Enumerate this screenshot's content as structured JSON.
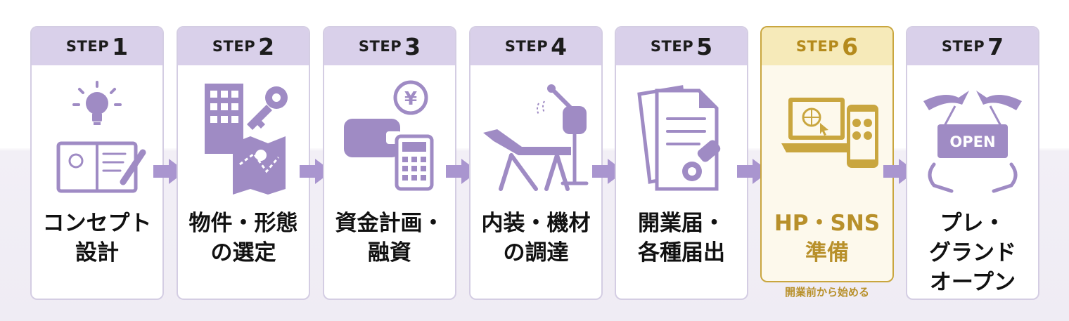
{
  "steps": [
    {
      "label": "STEP",
      "num": "1",
      "title_line1": "コンセプト",
      "title_line2": "設計",
      "title_line3": "",
      "icon": "lightbulb-notebook-icon"
    },
    {
      "label": "STEP",
      "num": "2",
      "title_line1": "物件・形態",
      "title_line2": "の選定",
      "title_line3": "",
      "icon": "building-key-map-icon"
    },
    {
      "label": "STEP",
      "num": "3",
      "title_line1": "資金計画・",
      "title_line2": "融資",
      "title_line3": "",
      "icon": "wallet-yen-calculator-icon"
    },
    {
      "label": "STEP",
      "num": "4",
      "title_line1": "内装・機材",
      "title_line2": "の調達",
      "title_line3": "",
      "icon": "treatment-bed-steamer-icon"
    },
    {
      "label": "STEP",
      "num": "5",
      "title_line1": "開業届・",
      "title_line2": "各種届出",
      "title_line3": "",
      "icon": "documents-stamp-icon"
    },
    {
      "label": "STEP",
      "num": "6",
      "title_line1": "HP・SNS",
      "title_line2": "準備",
      "title_line3": "",
      "icon": "laptop-smartphone-sns-icon",
      "note": "開業前から始める"
    },
    {
      "label": "STEP",
      "num": "7",
      "title_line1": "プレ・",
      "title_line2": "グランド",
      "title_line3": "オープン",
      "icon": "open-sign-ribbon-icon",
      "sign_text": "OPEN"
    }
  ],
  "colors": {
    "accent_purple": "#9f8bc4",
    "header_purple": "#d9d0ea",
    "accent_gold": "#c9a63f",
    "header_gold": "#f6eab9"
  }
}
